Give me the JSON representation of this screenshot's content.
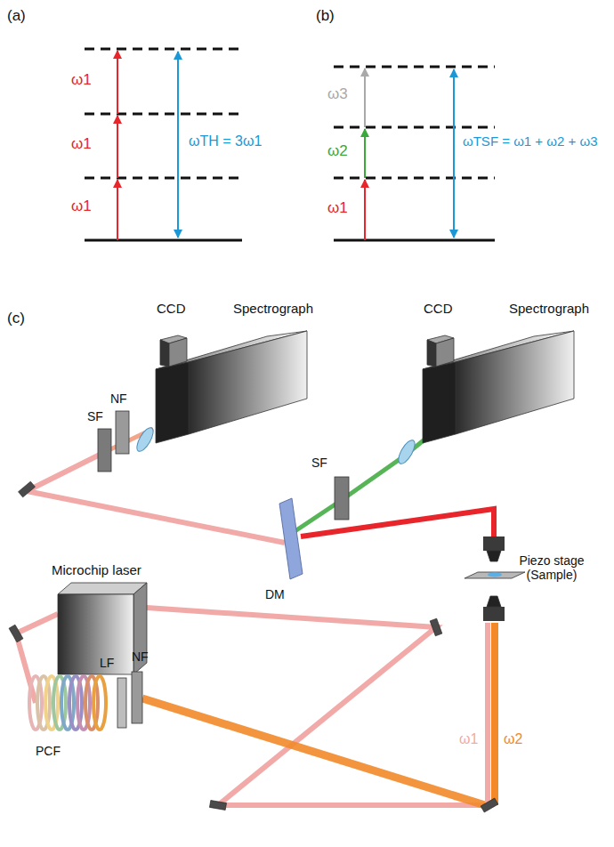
{
  "diagram": {
    "labels": [
      "(a)",
      "(b)",
      "ω1",
      "ω1",
      "ω1",
      "ωTH = 3ω1",
      "ω3",
      "ω2",
      "ω1",
      "ωTSF = ω1 + ω2 + ω3",
      "(c)",
      "CCD",
      "Spectrograph",
      "CCD",
      "Spectrograph",
      "NF",
      "SF",
      "SF",
      "DM",
      "Microchip laser",
      "Piezo stage (Sample)",
      "PCF",
      "LF",
      "NF",
      "ω1",
      "ω2"
    ]
  }
}
